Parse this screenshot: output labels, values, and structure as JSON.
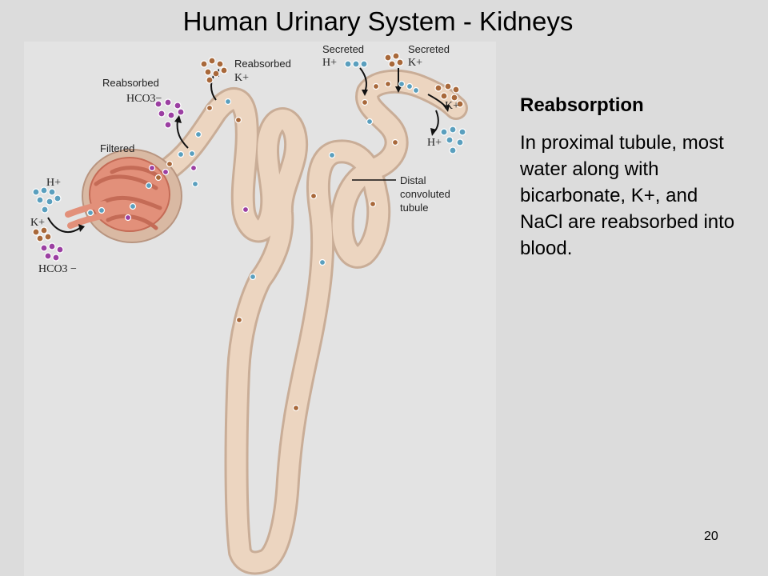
{
  "slide": {
    "title": "Human Urinary System - Kidneys",
    "heading": "Reabsorption",
    "body": "In proximal tubule, most water along with bicarbonate, K+, and NaCl are reabsorbed into blood.",
    "page_number": "20"
  },
  "figure": {
    "labels": {
      "reabsorbed_1": "Reabsorbed",
      "k_plus_1": "K+",
      "reabsorbed_2": "Reabsorbed",
      "hco3_1": "HCO3−",
      "filtered": "Filtered",
      "h_plus_left": "H+",
      "k_plus_left": "K+",
      "hco3_left": "HCO3 −",
      "secreted_1": "Secreted",
      "h_plus_sec": "H+",
      "secreted_2": "Secreted",
      "k_plus_sec": "K+",
      "k_plus_right": "K+",
      "h_plus_right": "H+",
      "distal_1": "Distal",
      "distal_2": "convoluted",
      "distal_3": "tubule"
    },
    "colors": {
      "tubule": "#ecd5c0",
      "tubule_edge": "#c9ad97",
      "glomerulus": "#e2907a",
      "glomerulus_edge": "#c46b56",
      "ion_blue": "#5a9fbe",
      "ion_brown": "#a8683a",
      "ion_purple": "#9b3fa2"
    }
  }
}
